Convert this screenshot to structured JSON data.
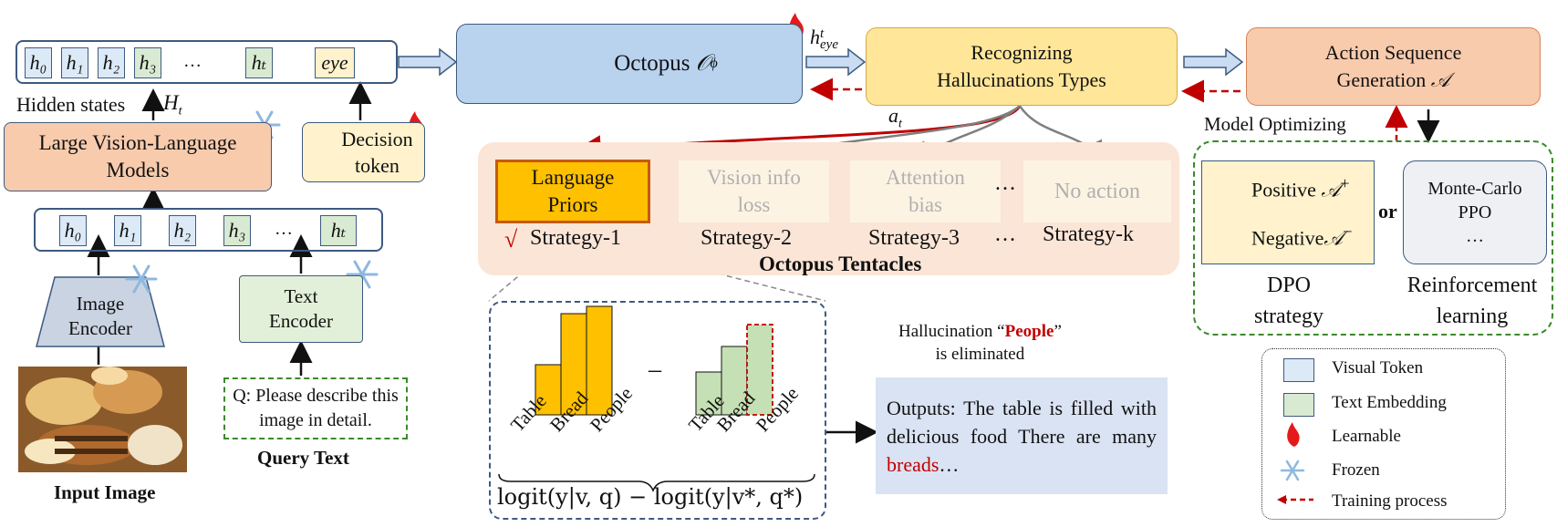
{
  "left": {
    "top_tokens": [
      "h₀",
      "h₁",
      "h₂",
      "h₃",
      "…",
      "hₜ",
      "eye"
    ],
    "bottom_tokens": [
      "h₀",
      "h₁",
      "h₂",
      "h₃",
      "…",
      "hₜ"
    ],
    "hidden_states_label": "Hidden states",
    "hidden_states_symbol": "H",
    "hidden_states_sub": "t",
    "lvlm_label": "Large Vision-Language Models",
    "decision_token_label": "Decision token",
    "image_encoder_label": "Image Encoder",
    "text_encoder_label": "Text Encoder",
    "query_text": "Q: Please describe this image in detail.",
    "query_text_caption": "Query Text",
    "input_image_caption": "Input Image"
  },
  "octopus": {
    "label": "Octopus",
    "symbol": "𝒪",
    "symbol_sub": "ϕ"
  },
  "h_eye": {
    "base": "h",
    "sup": "t",
    "sub": "eye"
  },
  "recognize": {
    "line1": "Recognizing",
    "line2": "Hallucinations Types"
  },
  "a_t": {
    "base": "a",
    "sub": "t"
  },
  "action": {
    "line1": "Action Sequence",
    "line2": "Generation",
    "symbol": "𝒜"
  },
  "model_optimizing": "Model Optimizing",
  "tentacles": {
    "title": "Octopus Tentacles",
    "items": [
      {
        "line1": "Language",
        "line2": "Priors",
        "strategy": "Strategy-1"
      },
      {
        "line1": "Vision info",
        "line2": "loss",
        "strategy": "Strategy-2"
      },
      {
        "line1": "Attention",
        "line2": "bias",
        "strategy": "Strategy-3"
      },
      {
        "line1": "No action",
        "line2": "",
        "strategy": "Strategy-k"
      }
    ],
    "ellipsis": "…",
    "check": "√"
  },
  "dpo": {
    "positive": "Positive",
    "negative": "Negative",
    "symbol": "𝒜",
    "plus": "+",
    "minus": "−",
    "or": "or",
    "mc_line1": "Monte-Carlo",
    "mc_line2": "PPO",
    "mc_line3": "…",
    "dpo_line1": "DPO",
    "dpo_line2": "strategy",
    "rl_line1": "Reinforcement",
    "rl_line2": "learning"
  },
  "contrast": {
    "categories": [
      "Table",
      "Bread",
      "People"
    ],
    "minus": "–",
    "formula": "logit(y|v, q) − logit(y|v*, q*)"
  },
  "hallucination_note": {
    "prefix": "Hallucination “",
    "word": "People",
    "suffix": "”",
    "line2": "is eliminated"
  },
  "outputs": {
    "prefix": "Outputs: The table is filled with delicious food There are many ",
    "highlight": "breads",
    "suffix": "…"
  },
  "legend": {
    "items": [
      "Visual Token",
      "Text Embedding",
      "Learnable",
      "Frozen",
      "Training process"
    ]
  },
  "colors": {
    "visual_token": "#dce9f6",
    "text_embedding": "#d9ead3",
    "octopus_box": "#b9d3ee",
    "recognize_box": "#ffe699",
    "action_box": "#f8cbad",
    "tentacles_bg": "#fbe5d6",
    "language_priors": "#ffc000",
    "learnable_flame": "#e41a1a",
    "frozen": "#8fb8e0",
    "training_arrow": "#c00000",
    "highlight_red": "#c00000",
    "dpo_green": "#3a8a2a"
  },
  "icons": [
    "octopus-icon",
    "flame-icon",
    "snowflake-icon",
    "eye-icon",
    "smile-icon",
    "frown-icon",
    "food-photo"
  ]
}
